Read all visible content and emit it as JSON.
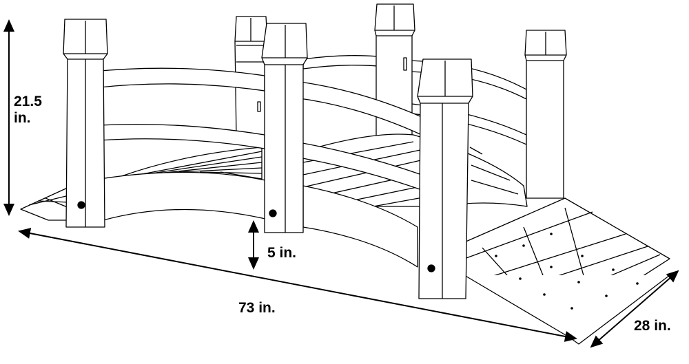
{
  "dimensions": {
    "height_value": "21.5",
    "height_unit": "in.",
    "clearance": "5 in.",
    "length": "73 in.",
    "width": "28 in."
  },
  "colors": {
    "line": "#000000",
    "fill": "#ffffff"
  }
}
